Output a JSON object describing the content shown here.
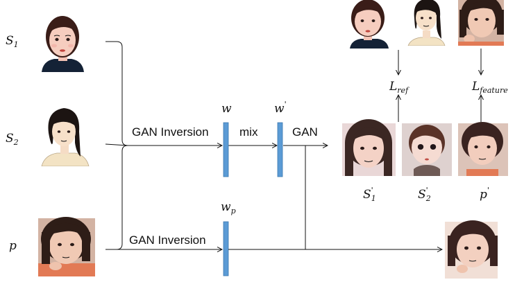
{
  "inputs": {
    "s1": {
      "name": "S",
      "sub": "1"
    },
    "s2": {
      "name": "S",
      "sub": "2"
    },
    "p": {
      "name": "p"
    }
  },
  "steps": {
    "gan_inversion_top": "GAN Inversion",
    "gan_inversion_bottom": "GAN Inversion",
    "mix": "mix",
    "gan": "GAN"
  },
  "latents": {
    "w": "w",
    "w_prime": {
      "name": "w",
      "prime": "'"
    },
    "w_p": {
      "name": "w",
      "sub": "p"
    }
  },
  "outputs": {
    "s1_prime": {
      "name": "S",
      "sub": "1",
      "prime": "'"
    },
    "s2_prime": {
      "name": "S",
      "sub": "2",
      "prime": "'"
    },
    "p_prime": {
      "name": "p",
      "prime": "'"
    }
  },
  "losses": {
    "ref": {
      "name": "L",
      "sub": "ref"
    },
    "feature": {
      "name": "L",
      "sub": "feature"
    }
  },
  "colors": {
    "latent_bar": "#5b9bd5",
    "line": "#111111"
  }
}
